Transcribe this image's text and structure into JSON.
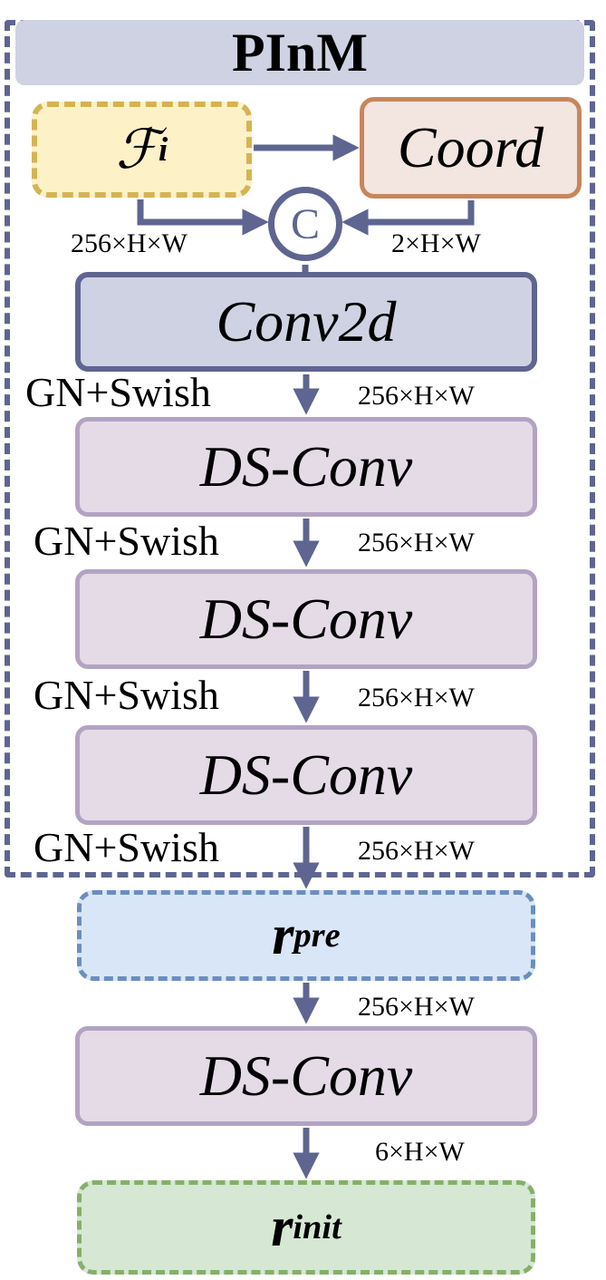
{
  "title": "PInM",
  "nodes": {
    "f_main": "ℱ",
    "f_sub": "i",
    "coord": "Coord",
    "concat": "C",
    "conv2d": "Conv2d",
    "ds_conv": "DS-Conv",
    "r_pre_main": "r",
    "r_pre_sub": "pre",
    "r_init_main": "r",
    "r_init_sub": "init"
  },
  "labels": {
    "dim_256": "256×H×W",
    "dim_2": "2×H×W",
    "dim_6": "6×H×W",
    "gn_swish": "GN+Swish"
  },
  "colors": {
    "frame": "#5e6591",
    "title_bg": "#cfd2e3",
    "f_bg": "#fdf1c8",
    "coord_bg": "#f3e5e0",
    "ds_bg": "#e4dbe7",
    "r_pre_bg": "#d9e6f7",
    "r_init_bg": "#d6e7d3"
  }
}
